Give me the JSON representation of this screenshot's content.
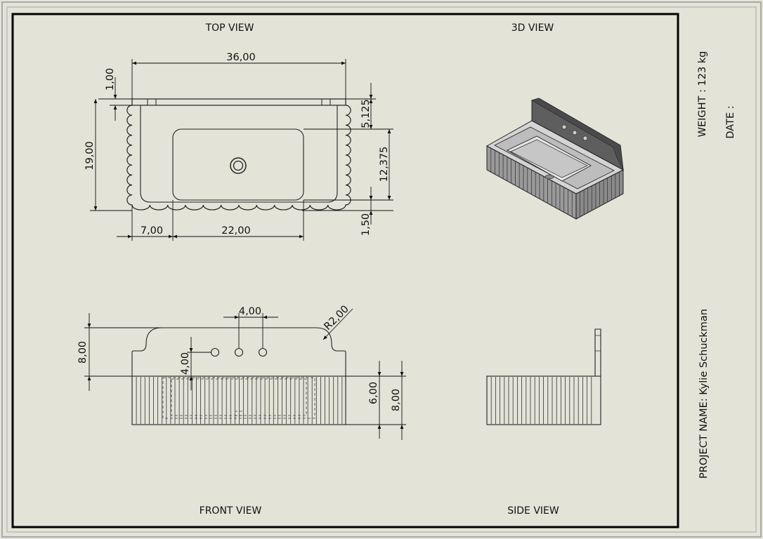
{
  "views": {
    "top": "TOP VIEW",
    "iso": "3D VIEW",
    "front": "FRONT VIEW",
    "side": "SIDE VIEW"
  },
  "dimensions": {
    "top_width": "36,00",
    "top_backsplash": "1,00",
    "top_depth": "19,00",
    "top_back_to_basin": "5,125",
    "top_basin_depth": "12,375",
    "top_front_margin": "1,50",
    "top_left_margin": "7,00",
    "top_basin_width": "22,00",
    "front_hole_spacing": "4,00",
    "front_radius": "R2,00",
    "front_splash_height": "8,00",
    "front_hole_height": "4,00",
    "front_body_height": "6,00",
    "front_total_height": "8,00"
  },
  "title_block": {
    "weight": "WEIGHT : 123 kg",
    "date": "DATE :",
    "project": "PROJECT NAME: Kylie Schuckman"
  }
}
